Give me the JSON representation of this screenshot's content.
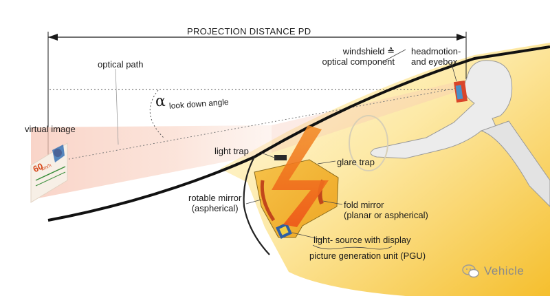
{
  "labels": {
    "projection_distance": "PROJECTION DISTANCE  PD",
    "windshield_line1": "windshield ≙",
    "windshield_line2": "optical component",
    "headmotion_line1": "headmotion-",
    "headmotion_line2": "and eyebox",
    "optical_path": "optical path",
    "alpha_symbol": "α",
    "look_down_angle": "look down angle",
    "virtual_image": "virtual  image",
    "light_trap": "light trap",
    "glare_trap": "glare trap",
    "rotable_mirror_line1": "rotable mirror",
    "rotable_mirror_line2": "(aspherical)",
    "fold_mirror_line1": "fold mirror",
    "fold_mirror_line2": "(planar or aspherical)",
    "light_source": "light- source with display",
    "pgu": "picture generation unit (PGU)"
  },
  "virtual_image_text": {
    "speed": "60",
    "unit": "km/h"
  },
  "watermark": "Vehicle",
  "colors": {
    "line": "#1a1a1a",
    "beam_orange": "#f07a1a",
    "beam_light": "#f6b9a6",
    "dash_bg_top": "#fff6cf",
    "dash_bg_bottom": "#f6c23a",
    "pgu_body": "#f4b233",
    "eyebox": "#e8472b",
    "driver_fill": "#ececec",
    "watermark": "#8a8a8a"
  }
}
